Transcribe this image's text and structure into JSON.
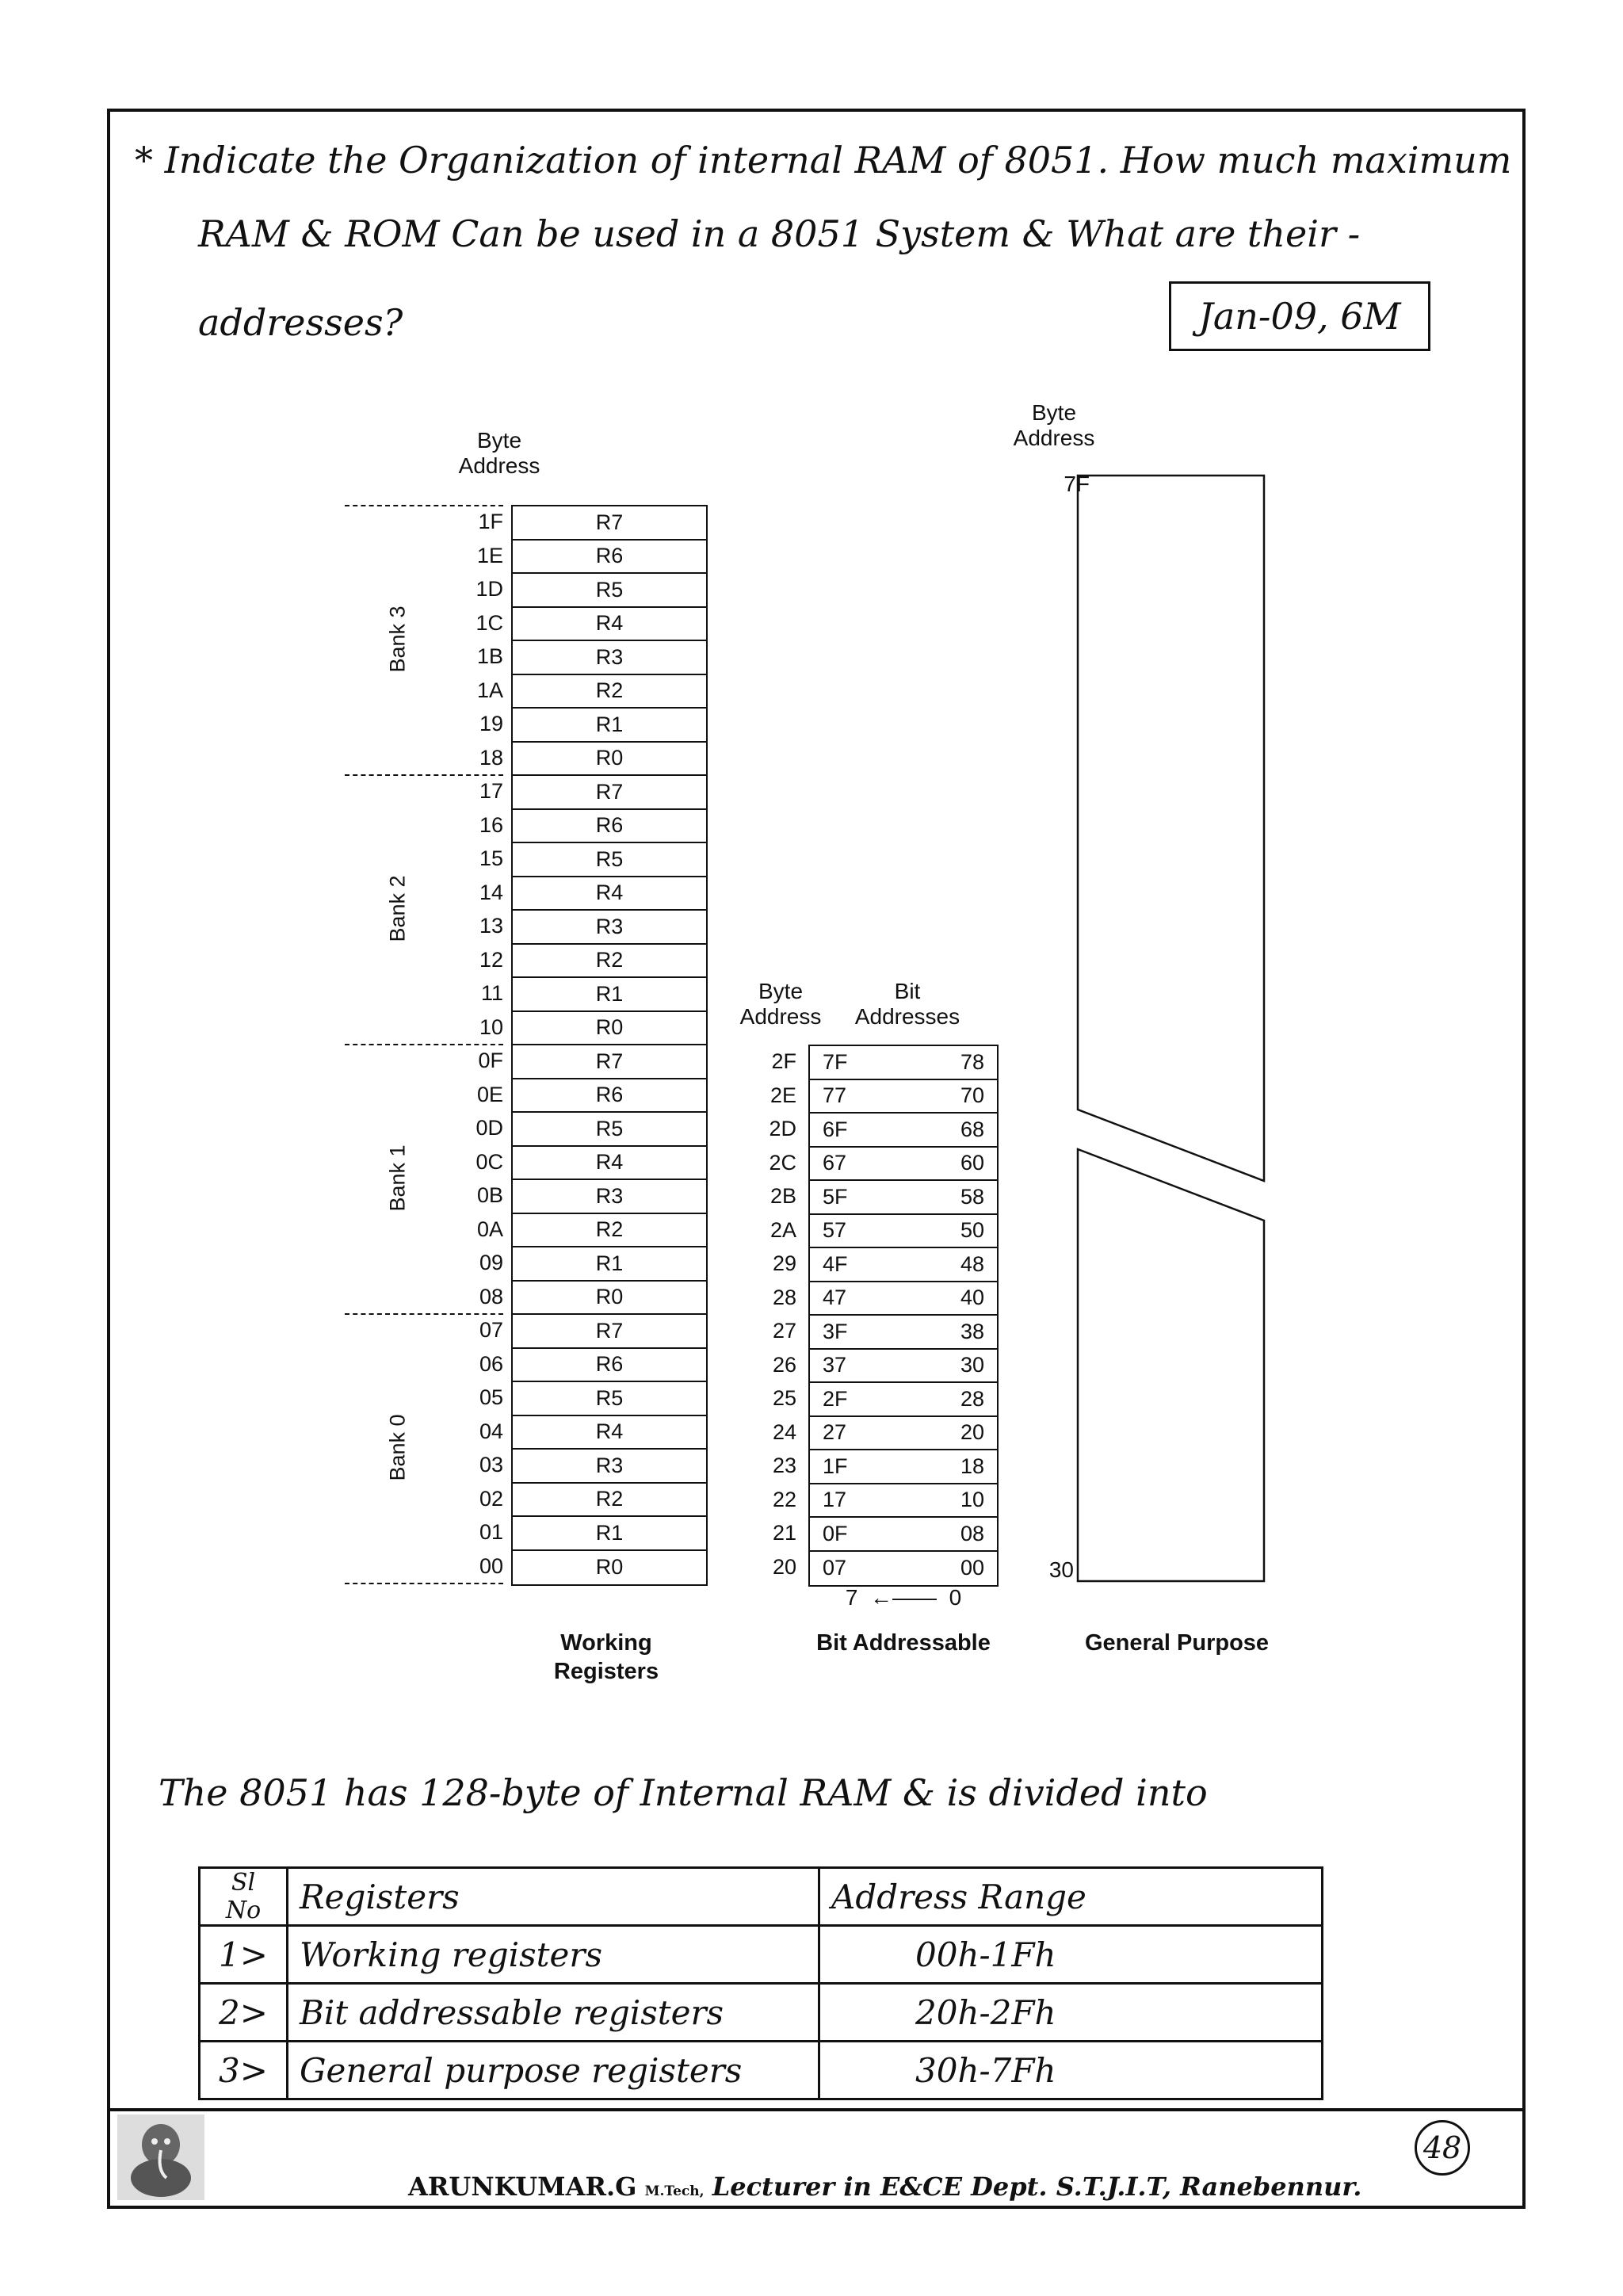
{
  "question": {
    "star": "*",
    "line1": "Indicate the Organization of internal RAM of 8051. How much maximum",
    "line2": "RAM & ROM Can be used in a 8051 System & What are their -",
    "line3": "addresses?",
    "tag": "Jan-09, 6M"
  },
  "diagram": {
    "working": {
      "header": "Byte\nAddress",
      "caption": "Working\nRegisters",
      "banks": [
        {
          "name": "Bank 3",
          "addresses": [
            "1F",
            "1E",
            "1D",
            "1C",
            "1B",
            "1A",
            "19",
            "18"
          ]
        },
        {
          "name": "Bank 2",
          "addresses": [
            "17",
            "16",
            "15",
            "14",
            "13",
            "12",
            "11",
            "10"
          ]
        },
        {
          "name": "Bank 1",
          "addresses": [
            "0F",
            "0E",
            "0D",
            "0C",
            "0B",
            "0A",
            "09",
            "08"
          ]
        },
        {
          "name": "Bank 0",
          "addresses": [
            "07",
            "06",
            "05",
            "04",
            "03",
            "02",
            "01",
            "00"
          ]
        }
      ],
      "registers": [
        "R7",
        "R6",
        "R5",
        "R4",
        "R3",
        "R2",
        "R1",
        "R0"
      ]
    },
    "bit_addressable": {
      "byte_header": "Byte\nAddress",
      "bit_header": "Bit\nAddresses",
      "caption": "Bit Addressable",
      "rows": [
        {
          "byte": "2F",
          "high": "7F",
          "low": "78"
        },
        {
          "byte": "2E",
          "high": "77",
          "low": "70"
        },
        {
          "byte": "2D",
          "high": "6F",
          "low": "68"
        },
        {
          "byte": "2C",
          "high": "67",
          "low": "60"
        },
        {
          "byte": "2B",
          "high": "5F",
          "low": "58"
        },
        {
          "byte": "2A",
          "high": "57",
          "low": "50"
        },
        {
          "byte": "29",
          "high": "4F",
          "low": "48"
        },
        {
          "byte": "28",
          "high": "47",
          "low": "40"
        },
        {
          "byte": "27",
          "high": "3F",
          "low": "38"
        },
        {
          "byte": "26",
          "high": "37",
          "low": "30"
        },
        {
          "byte": "25",
          "high": "2F",
          "low": "28"
        },
        {
          "byte": "24",
          "high": "27",
          "low": "20"
        },
        {
          "byte": "23",
          "high": "1F",
          "low": "18"
        },
        {
          "byte": "22",
          "high": "17",
          "low": "10"
        },
        {
          "byte": "21",
          "high": "0F",
          "low": "08"
        },
        {
          "byte": "20",
          "high": "07",
          "low": "00"
        }
      ],
      "bit_range_high": "7",
      "bit_range_low": "0"
    },
    "general": {
      "header": "Byte\nAddress",
      "top_address": "7F",
      "bottom_address": "30",
      "caption": "General Purpose"
    }
  },
  "statement": "The 8051 has 128-byte of Internal RAM & is divided into",
  "summary_table": {
    "headers": [
      "Sl No",
      "Registers",
      "Address Range"
    ],
    "rows": [
      {
        "no": "1>",
        "name": "Working registers",
        "range": "00h-1Fh"
      },
      {
        "no": "2>",
        "name": "Bit addressable registers",
        "range": "20h-2Fh"
      },
      {
        "no": "3>",
        "name": "General purpose registers",
        "range": "30h-7Fh"
      }
    ]
  },
  "footer": {
    "name": "ARUNKUMAR.G",
    "degree": "M.Tech,",
    "rest": "Lecturer in E&CE Dept. S.T.J.I.T, Ranebennur.",
    "page": "48"
  }
}
